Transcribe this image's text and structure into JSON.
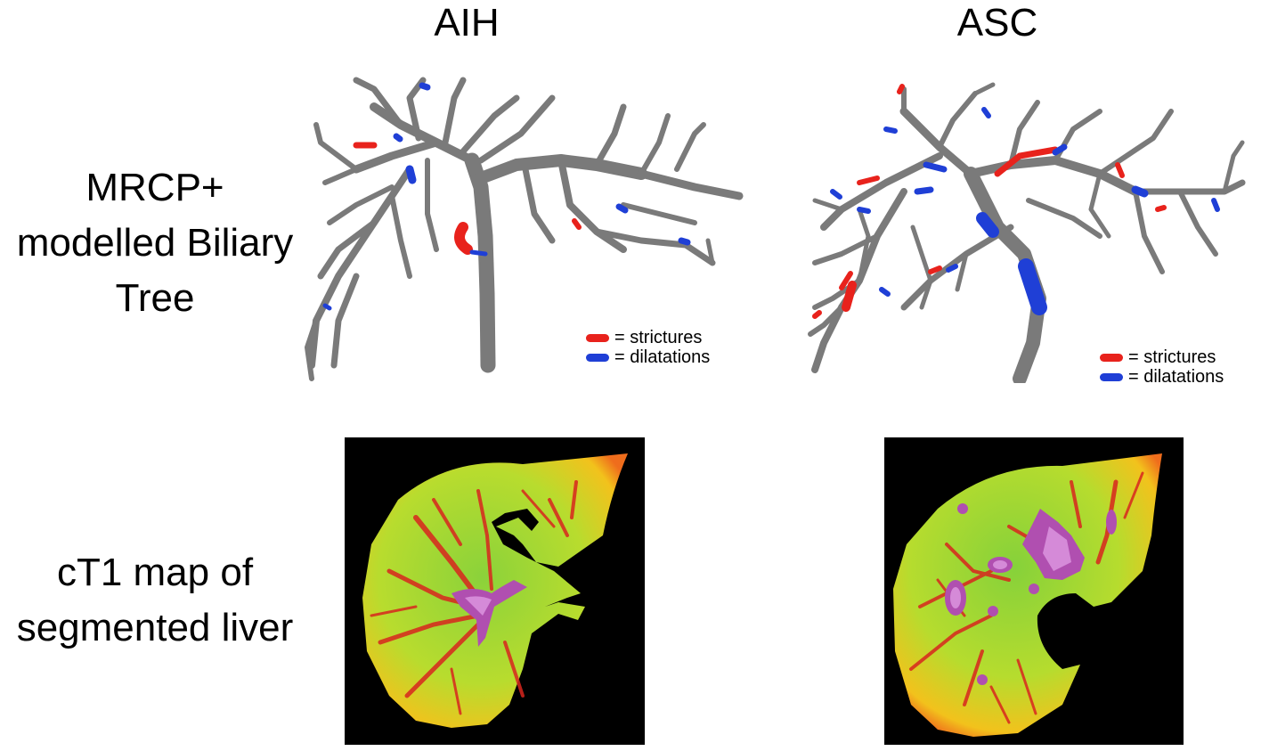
{
  "columns": {
    "aih": "AIH",
    "asc": "ASC"
  },
  "rows": {
    "tree_label": [
      "MRCP+",
      "modelled Biliary",
      "Tree"
    ],
    "map_label": [
      "cT1 map of",
      "segmented liver"
    ]
  },
  "legend": {
    "strictures": "= strictures",
    "dilatations": "= dilatations"
  },
  "colors": {
    "strictures": "#e8221c",
    "dilatations": "#1f3fd6",
    "duct": "#7a7a7a"
  }
}
